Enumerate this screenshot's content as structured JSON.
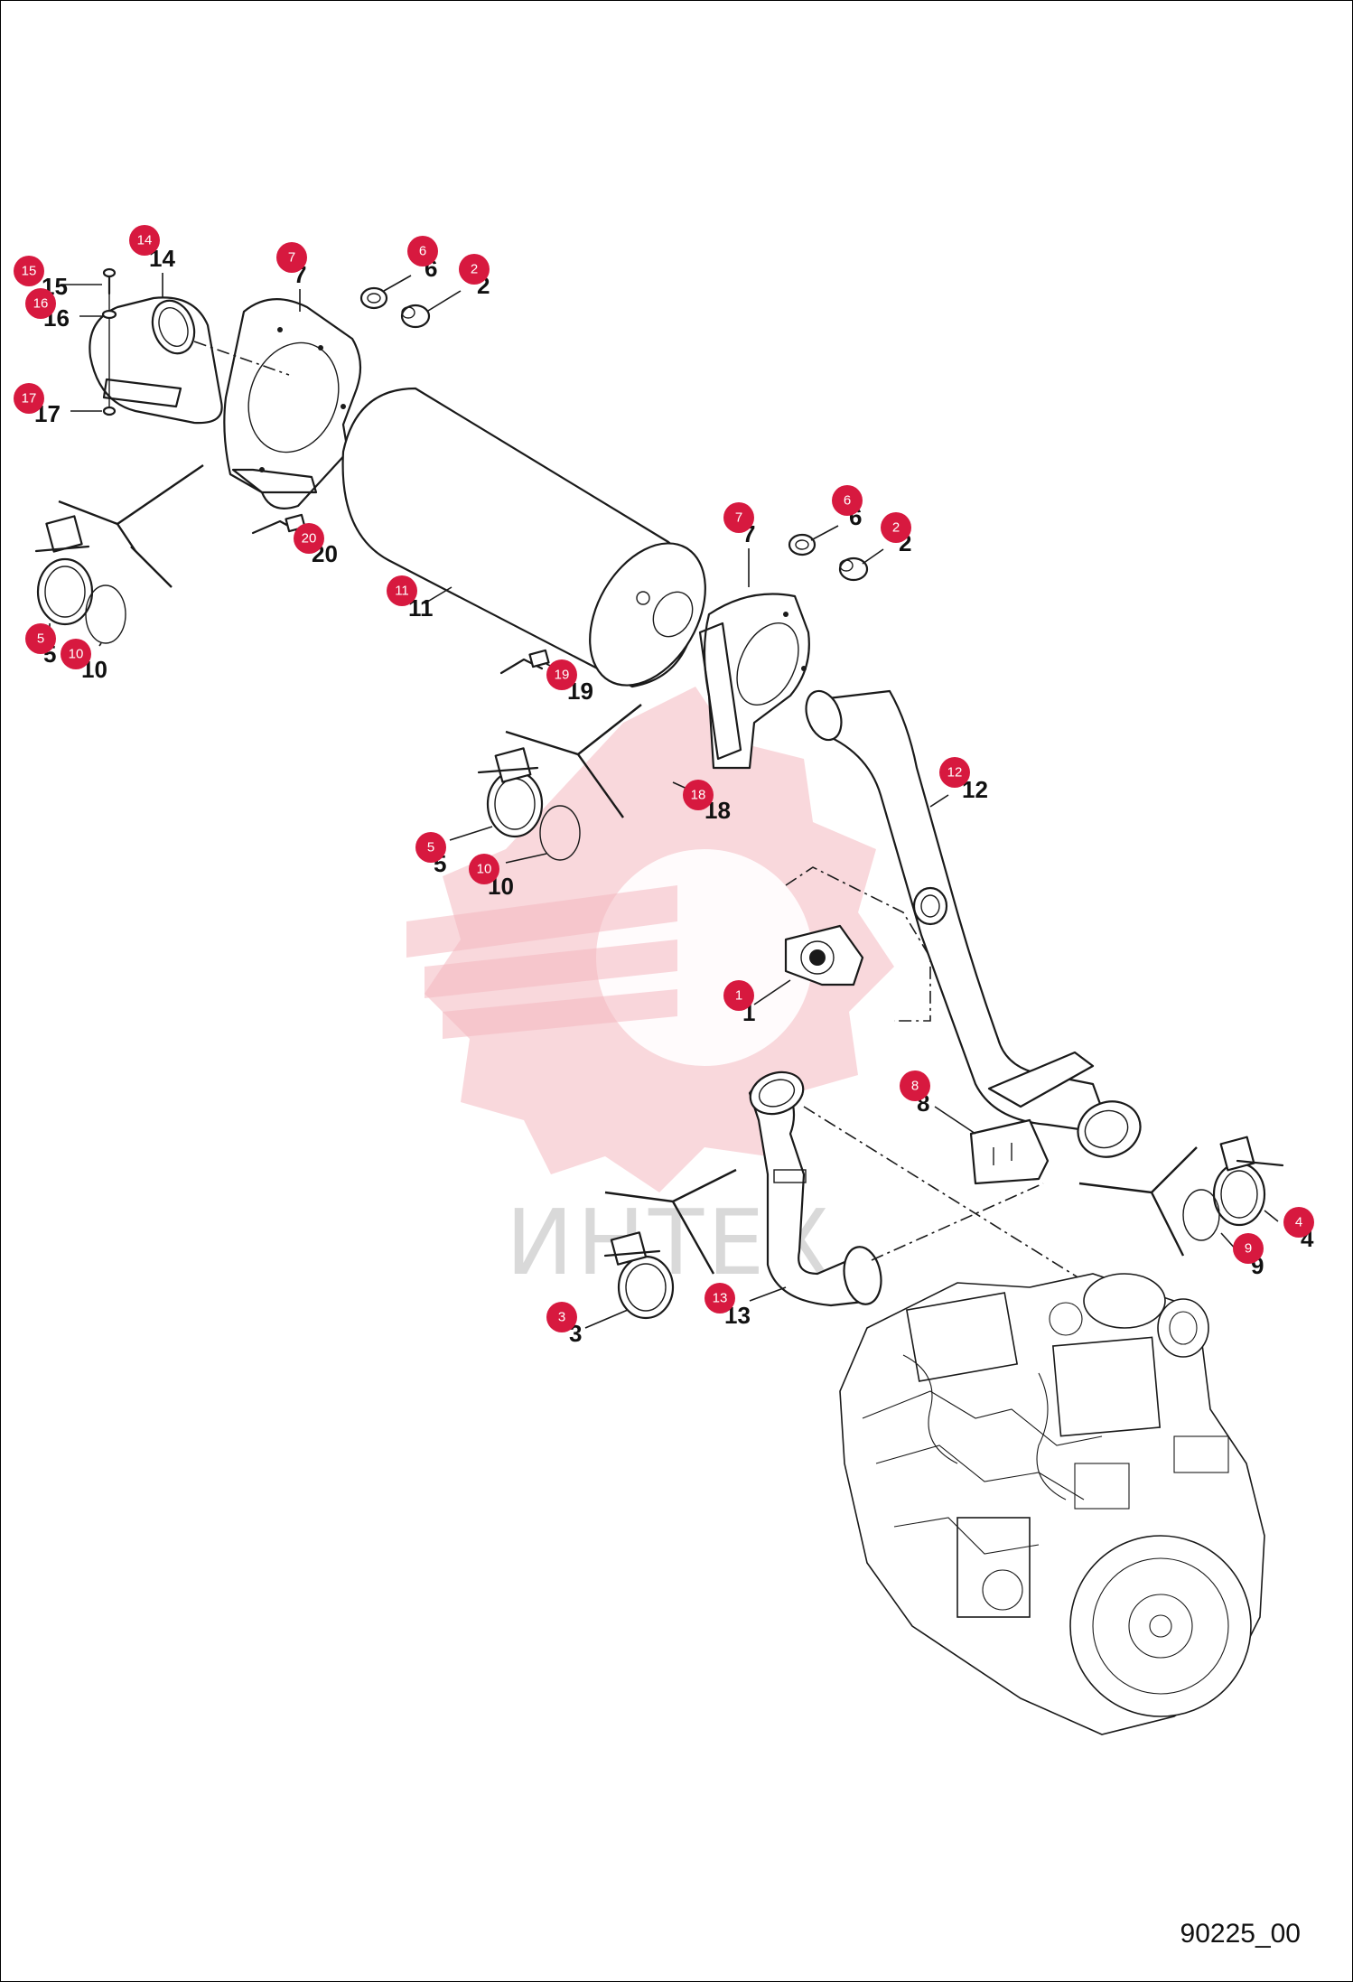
{
  "reference_code": "90225_00",
  "watermark": "ИНТЕХ",
  "accent_color": "#d7193f",
  "callouts": [
    {
      "id": "c15",
      "label": "15",
      "badge": "15"
    },
    {
      "id": "c14",
      "label": "14",
      "badge": "14"
    },
    {
      "id": "c16",
      "label": "16",
      "badge": "16"
    },
    {
      "id": "c17",
      "label": "17",
      "badge": "17"
    },
    {
      "id": "c7a",
      "label": "7",
      "badge": "7"
    },
    {
      "id": "c6a",
      "label": "6",
      "badge": "6"
    },
    {
      "id": "c2a",
      "label": "2",
      "badge": "2"
    },
    {
      "id": "c20",
      "label": "20",
      "badge": "20"
    },
    {
      "id": "c5a",
      "label": "5",
      "badge": "5"
    },
    {
      "id": "c10a",
      "label": "10",
      "badge": "10"
    },
    {
      "id": "c11",
      "label": "11",
      "badge": "11"
    },
    {
      "id": "c19",
      "label": "19",
      "badge": "19"
    },
    {
      "id": "c7b",
      "label": "7",
      "badge": "7"
    },
    {
      "id": "c6b",
      "label": "6",
      "badge": "6"
    },
    {
      "id": "c2b",
      "label": "2",
      "badge": "2"
    },
    {
      "id": "c12",
      "label": "12",
      "badge": "12"
    },
    {
      "id": "c18",
      "label": "18",
      "badge": "18"
    },
    {
      "id": "c5b",
      "label": "5",
      "badge": "5"
    },
    {
      "id": "c10b",
      "label": "10",
      "badge": "10"
    },
    {
      "id": "c1",
      "label": "1",
      "badge": "1"
    },
    {
      "id": "c8",
      "label": "8",
      "badge": "8"
    },
    {
      "id": "c4",
      "label": "4",
      "badge": "4"
    },
    {
      "id": "c9",
      "label": "9",
      "badge": "9"
    },
    {
      "id": "c13",
      "label": "13",
      "badge": "13"
    },
    {
      "id": "c3",
      "label": "3",
      "badge": "3"
    }
  ]
}
